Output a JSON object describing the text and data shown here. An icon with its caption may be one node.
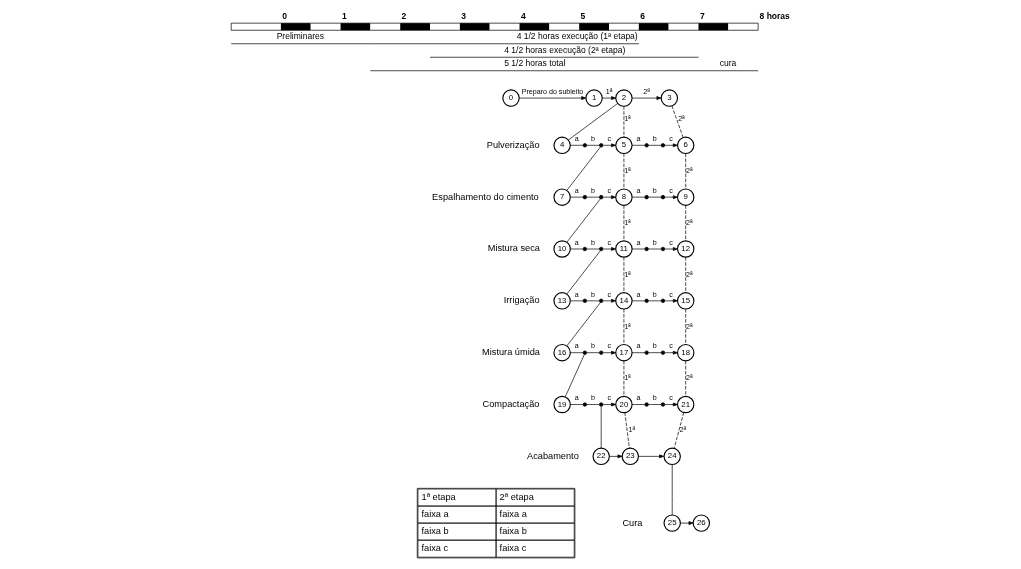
{
  "diagram": {
    "nodes": [
      {
        "text": [
          "0"
        ]
      },
      {
        "text": [
          "1"
        ]
      },
      {
        "text": [
          "2"
        ]
      },
      {
        "text": [
          "3"
        ]
      },
      {
        "text": [
          "4"
        ],
        "beside": [
          "Pulverização"
        ]
      },
      {
        "text": [],
        "shape": "dot"
      },
      {
        "text": [],
        "shape": "dot"
      },
      {
        "text": [
          "5"
        ]
      },
      {
        "text": [],
        "shape": "dot"
      },
      {
        "text": [],
        "shape": "dot"
      },
      {
        "text": [
          "6"
        ]
      },
      {
        "text": [
          "7"
        ],
        "beside": [
          "Espalhamento do cimento"
        ]
      },
      {
        "text": [],
        "shape": "dot"
      },
      {
        "text": [],
        "shape": "dot"
      },
      {
        "text": [
          "8"
        ]
      },
      {
        "text": [],
        "shape": "dot"
      },
      {
        "text": [],
        "shape": "dot"
      },
      {
        "text": [
          "9"
        ]
      },
      {
        "text": [
          "10"
        ],
        "beside": [
          "Mistura seca"
        ]
      },
      {
        "text": [],
        "shape": "dot"
      },
      {
        "text": [],
        "shape": "dot"
      },
      {
        "text": [
          "11"
        ]
      },
      {
        "text": [],
        "shape": "dot"
      },
      {
        "text": [],
        "shape": "dot"
      },
      {
        "text": [
          "12"
        ]
      },
      {
        "text": [
          "13"
        ],
        "beside": [
          "Irrigação"
        ]
      },
      {
        "text": [],
        "shape": "dot"
      },
      {
        "text": [],
        "shape": "dot"
      },
      {
        "text": [
          "14"
        ]
      },
      {
        "text": [],
        "shape": "dot"
      },
      {
        "text": [],
        "shape": "dot"
      },
      {
        "text": [
          "15"
        ]
      },
      {
        "text": [
          "16"
        ],
        "beside": [
          "Mistura úmida"
        ]
      },
      {
        "text": [],
        "shape": "dot"
      },
      {
        "text": [],
        "shape": "dot"
      },
      {
        "text": [
          "17"
        ]
      },
      {
        "text": [],
        "shape": "dot"
      },
      {
        "text": [],
        "shape": "dot"
      },
      {
        "text": [
          "18"
        ]
      },
      {
        "text": [
          "19"
        ],
        "beside": [
          "Compactação"
        ]
      },
      {
        "text": [],
        "shape": "dot"
      },
      {
        "text": [],
        "shape": "dot"
      },
      {
        "text": [
          "20"
        ]
      },
      {
        "text": [],
        "shape": "dot"
      },
      {
        "text": [],
        "shape": "dot"
      },
      {
        "text": [
          "21"
        ]
      },
      {
        "text": [
          "22"
        ],
        "beside": [
          "Acabamento"
        ]
      },
      {
        "text": [
          "23"
        ]
      },
      {
        "text": [
          "24"
        ]
      },
      {
        "text": [
          "25"
        ],
        "beside": [
          "Cura"
        ]
      },
      {
        "text": [
          "26"
        ]
      }
    ],
    "edges": [
      {
        "from": 0,
        "to": 1,
        "arrow": "to",
        "label": "Preparo do subleito"
      },
      {
        "from": 1,
        "to": 2,
        "arrow": "to",
        "label": "1ª"
      },
      {
        "from": 2,
        "to": 3,
        "arrow": "to",
        "label": "2ª"
      },
      {
        "from": 2,
        "to": 4,
        "arrow": "none"
      },
      {
        "from": 4,
        "to": 5,
        "arrow": "none",
        "label": "a"
      },
      {
        "from": 5,
        "to": 6,
        "arrow": "none",
        "label": "b"
      },
      {
        "from": 6,
        "to": 7,
        "arrow": "to",
        "label": "c"
      },
      {
        "from": 7,
        "to": 8,
        "arrow": "none",
        "label": "a"
      },
      {
        "from": 8,
        "to": 9,
        "arrow": "none",
        "label": "b"
      },
      {
        "from": 9,
        "to": 10,
        "arrow": "to",
        "label": "c"
      },
      {
        "from": 2,
        "to": 7,
        "arrow": "none",
        "style": "dashed",
        "label": "1ª"
      },
      {
        "from": 3,
        "to": 10,
        "arrow": "none",
        "style": "dashed",
        "label": "2ª"
      },
      {
        "from": 6,
        "to": 11,
        "arrow": "none"
      },
      {
        "from": 11,
        "to": 12,
        "arrow": "none",
        "label": "a"
      },
      {
        "from": 12,
        "to": 13,
        "arrow": "none",
        "label": "b"
      },
      {
        "from": 13,
        "to": 14,
        "arrow": "to",
        "label": "c"
      },
      {
        "from": 14,
        "to": 15,
        "arrow": "none",
        "label": "a"
      },
      {
        "from": 15,
        "to": 16,
        "arrow": "none",
        "label": "b"
      },
      {
        "from": 16,
        "to": 17,
        "arrow": "to",
        "label": "c"
      },
      {
        "from": 7,
        "to": 14,
        "arrow": "none",
        "style": "dashed",
        "label": "1ª"
      },
      {
        "from": 10,
        "to": 17,
        "arrow": "none",
        "style": "dashed",
        "label": "2ª"
      },
      {
        "from": 13,
        "to": 18,
        "arrow": "none"
      },
      {
        "from": 18,
        "to": 19,
        "arrow": "none",
        "label": "a"
      },
      {
        "from": 19,
        "to": 20,
        "arrow": "none",
        "label": "b"
      },
      {
        "from": 20,
        "to": 21,
        "arrow": "to",
        "label": "c"
      },
      {
        "from": 21,
        "to": 22,
        "arrow": "none",
        "label": "a"
      },
      {
        "from": 22,
        "to": 23,
        "arrow": "none",
        "label": "b"
      },
      {
        "from": 23,
        "to": 24,
        "arrow": "to",
        "label": "c"
      },
      {
        "from": 14,
        "to": 21,
        "arrow": "none",
        "style": "dashed",
        "label": "1ª"
      },
      {
        "from": 17,
        "to": 24,
        "arrow": "none",
        "style": "dashed",
        "label": "2ª"
      },
      {
        "from": 20,
        "to": 25,
        "arrow": "none"
      },
      {
        "from": 25,
        "to": 26,
        "arrow": "none",
        "label": "a"
      },
      {
        "from": 26,
        "to": 27,
        "arrow": "none",
        "label": "b"
      },
      {
        "from": 27,
        "to": 28,
        "arrow": "to",
        "label": "c"
      },
      {
        "from": 28,
        "to": 29,
        "arrow": "none",
        "label": "a"
      },
      {
        "from": 29,
        "to": 30,
        "arrow": "none",
        "label": "b"
      },
      {
        "from": 30,
        "to": 31,
        "arrow": "to",
        "label": "c"
      },
      {
        "from": 21,
        "to": 28,
        "arrow": "none",
        "style": "dashed",
        "label": "1ª"
      },
      {
        "from": 24,
        "to": 31,
        "arrow": "none",
        "style": "dashed",
        "label": "2ª"
      },
      {
        "from": 27,
        "to": 32,
        "arrow": "none"
      },
      {
        "from": 32,
        "to": 33,
        "arrow": "none",
        "label": "a"
      },
      {
        "from": 33,
        "to": 34,
        "arrow": "none",
        "label": "b"
      },
      {
        "from": 34,
        "to": 35,
        "arrow": "to",
        "label": "c"
      },
      {
        "from": 35,
        "to": 36,
        "arrow": "none",
        "label": "a"
      },
      {
        "from": 36,
        "to": 37,
        "arrow": "none",
        "label": "b"
      },
      {
        "from": 37,
        "to": 38,
        "arrow": "to",
        "label": "c"
      },
      {
        "from": 28,
        "to": 35,
        "arrow": "none",
        "style": "dashed",
        "label": "1ª"
      },
      {
        "from": 31,
        "to": 38,
        "arrow": "none",
        "style": "dashed",
        "label": "2ª"
      },
      {
        "from": 33,
        "to": 39,
        "arrow": "none"
      },
      {
        "from": 39,
        "to": 40,
        "arrow": "none",
        "label": "a"
      },
      {
        "from": 40,
        "to": 41,
        "arrow": "none",
        "label": "b"
      },
      {
        "from": 41,
        "to": 42,
        "arrow": "to",
        "label": "c"
      },
      {
        "from": 42,
        "to": 43,
        "arrow": "none",
        "label": "a"
      },
      {
        "from": 43,
        "to": 44,
        "arrow": "none",
        "label": "b"
      },
      {
        "from": 44,
        "to": 45,
        "arrow": "to",
        "label": "c"
      },
      {
        "from": 35,
        "to": 42,
        "arrow": "none",
        "style": "dashed",
        "label": "1ª"
      },
      {
        "from": 38,
        "to": 45,
        "arrow": "none",
        "style": "dashed",
        "label": "2ª"
      },
      {
        "from": 41,
        "to": 46,
        "arrow": "none"
      },
      {
        "from": 42,
        "to": 47,
        "arrow": "none",
        "style": "dashed",
        "label": "1ª"
      },
      {
        "from": 45,
        "to": 48,
        "arrow": "none",
        "style": "dashed",
        "label": "2ª"
      },
      {
        "from": 46,
        "to": 47,
        "arrow": "to"
      },
      {
        "from": 47,
        "to": 48,
        "arrow": "to"
      },
      {
        "from": 48,
        "to": 49,
        "arrow": "none"
      },
      {
        "from": 49,
        "to": 50,
        "arrow": "to"
      }
    ],
    "labels": [
      "0",
      "1",
      "2",
      "3",
      "4",
      "5",
      "6",
      "7",
      "8 horas",
      "Preliminares",
      "4 1/2 horas execução (1ª etapa)",
      "4 1/2 horas execução (2ª etapa)",
      "5 1/2 horas total",
      "cura",
      "1ª etapa",
      "2ª etapa",
      "faixa a",
      "faixa a",
      "faixa b",
      "faixa b",
      "faixa c",
      "faixa c"
    ]
  }
}
